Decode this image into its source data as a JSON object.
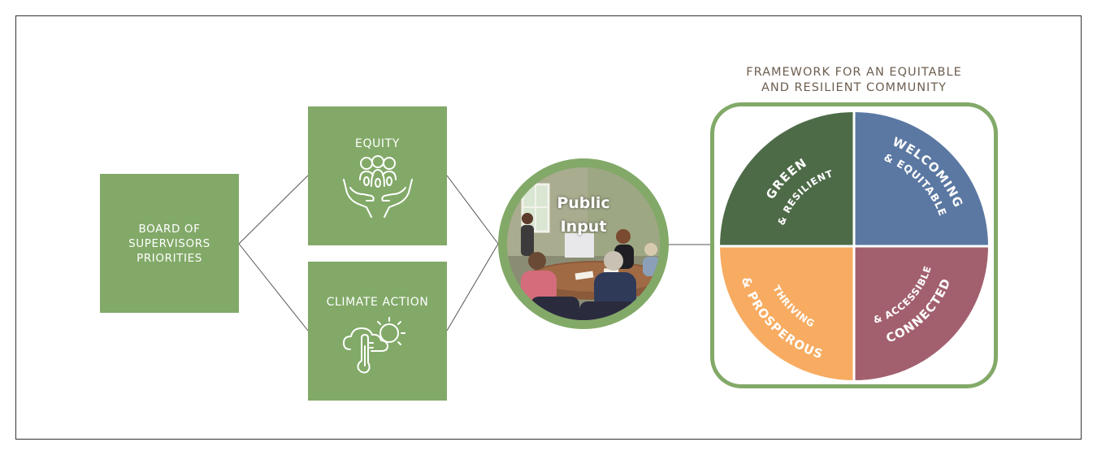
{
  "board": {
    "lines": [
      "BOARD  OF",
      "SUPERVISORS",
      "PRIORITIES"
    ]
  },
  "equity": {
    "label": "EQUITY",
    "icon": "hands-people-icon"
  },
  "climate": {
    "label": "CLIMATE ACTION",
    "icon": "weather-thermometer-icon"
  },
  "public_input": {
    "lines": [
      "Public",
      "Input"
    ]
  },
  "framework": {
    "title_lines": [
      "FRAMEWORK FOR AN EQUITABLE",
      "AND RESILIENT COMMUNITY"
    ],
    "quadrants": [
      {
        "id": "green",
        "lines": [
          "GREEN",
          "& RESILIENT"
        ],
        "color": "#4e6b48"
      },
      {
        "id": "welcoming",
        "lines": [
          "WELCOMING",
          "& EQUITABLE"
        ],
        "color": "#5a78a2"
      },
      {
        "id": "thriving",
        "lines": [
          "THRIVING",
          "& PROSPEROUS"
        ],
        "color": "#f7ac62"
      },
      {
        "id": "connected",
        "lines": [
          "CONNECTED",
          "& ACCESSIBLE"
        ],
        "color": "#a2606e"
      }
    ],
    "border_color": "#82a968"
  },
  "colors": {
    "box_green": "#82a968",
    "connector": "#555555",
    "title_text": "#6d5e4f"
  }
}
